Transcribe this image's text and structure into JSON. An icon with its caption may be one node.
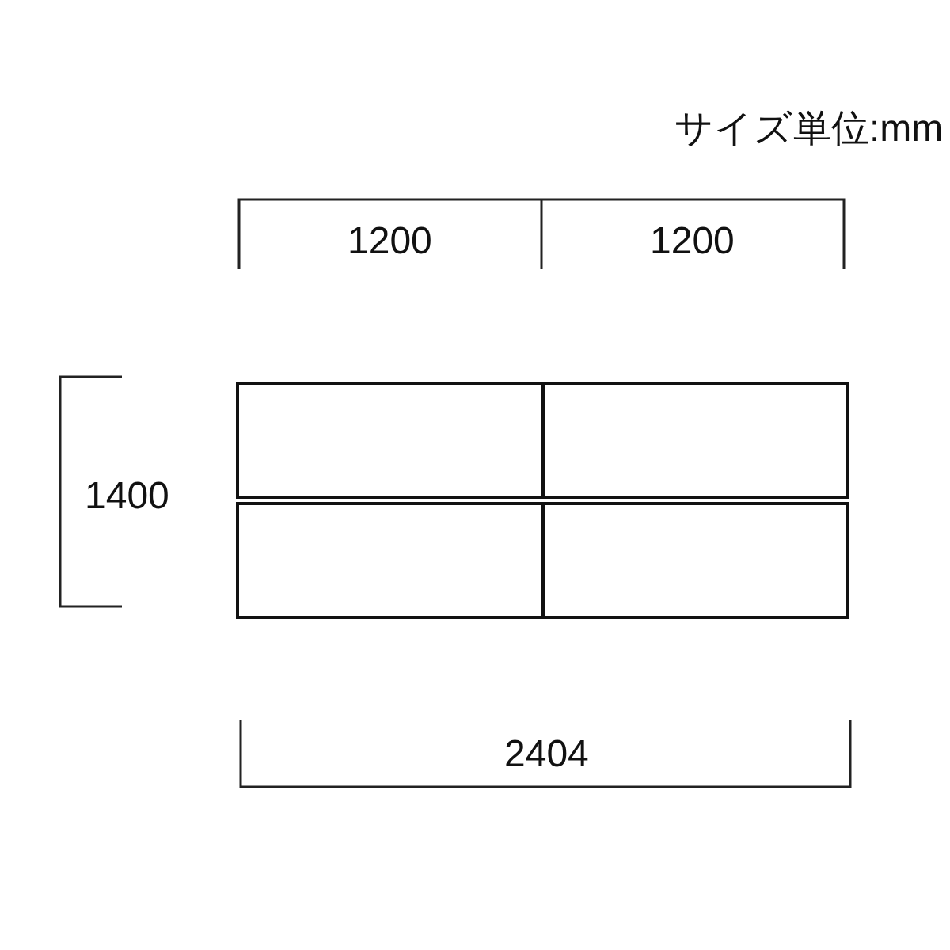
{
  "diagram": {
    "nodes": [
      {
        "text": [],
        "shape": "box"
      },
      {
        "text": [],
        "shape": "box"
      },
      {
        "text": [],
        "shape": "box"
      },
      {
        "text": [],
        "shape": "box"
      }
    ],
    "edges": [],
    "labels": [
      "サイズ単位:mm",
      "1200",
      "1200",
      "1400",
      "2404"
    ]
  }
}
